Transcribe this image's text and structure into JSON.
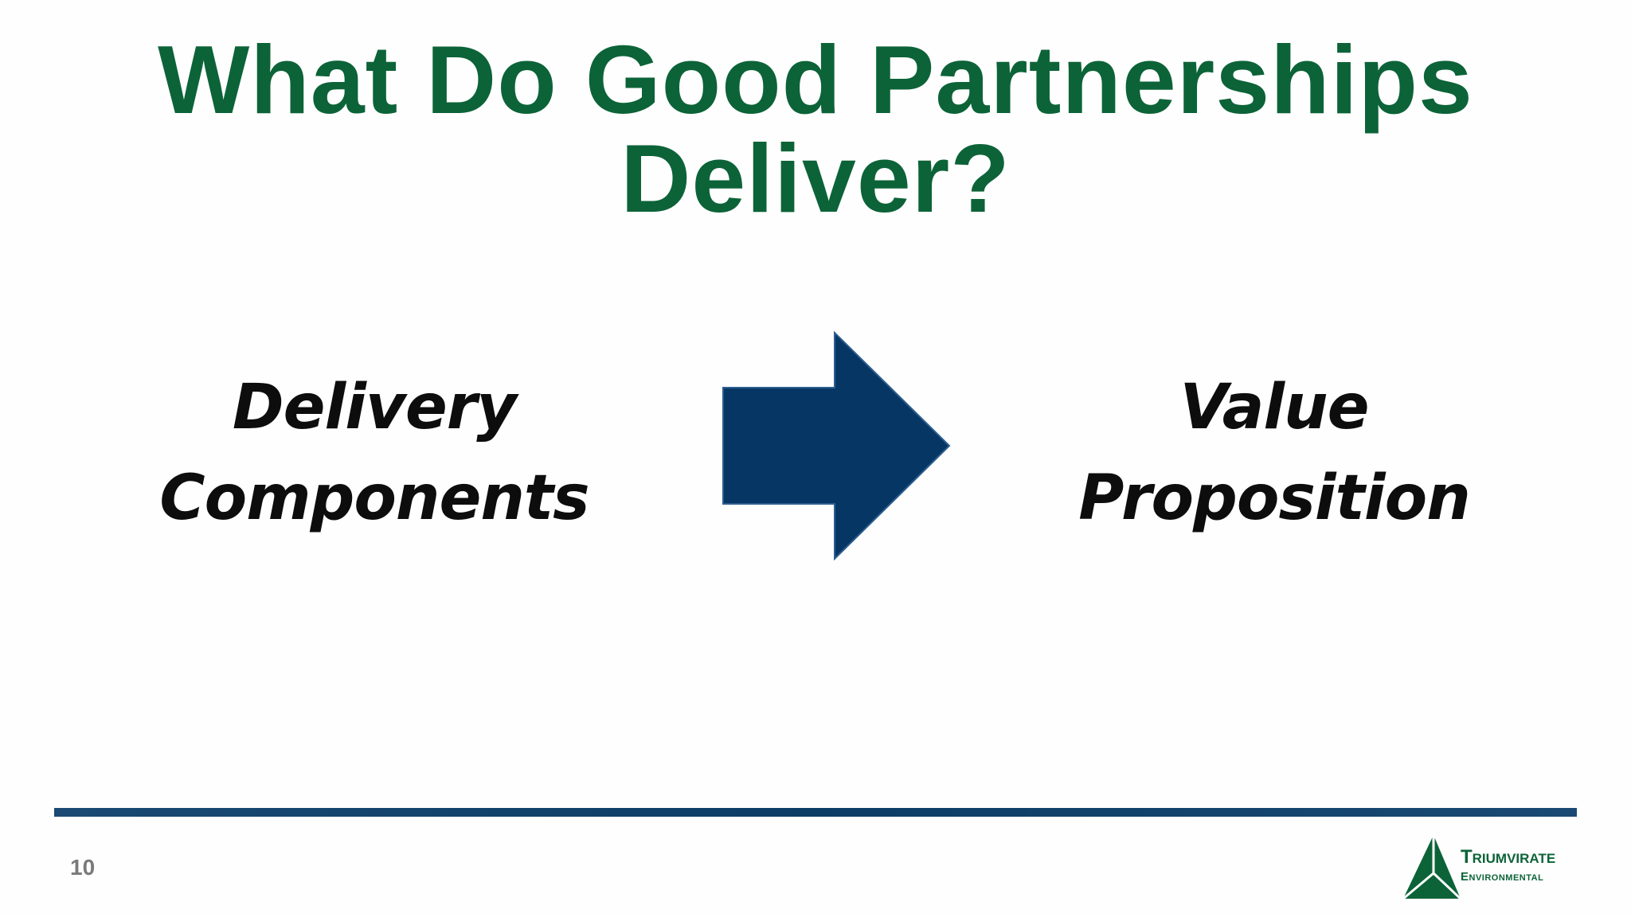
{
  "slide": {
    "title_line1": "What Do Good Partnerships",
    "title_line2": "Deliver?",
    "left_line1": "Delivery",
    "left_line2": "Components",
    "right_line1": "Value",
    "right_line2": "Proposition",
    "page_number": "10"
  },
  "logo": {
    "line1": "Triumvirate",
    "line2": "Environmental",
    "icon": "triangle-logo-icon"
  },
  "colors": {
    "title_green": "#0c6338",
    "arrow_navy": "#063764",
    "rule_navy": "#0b3d66"
  }
}
